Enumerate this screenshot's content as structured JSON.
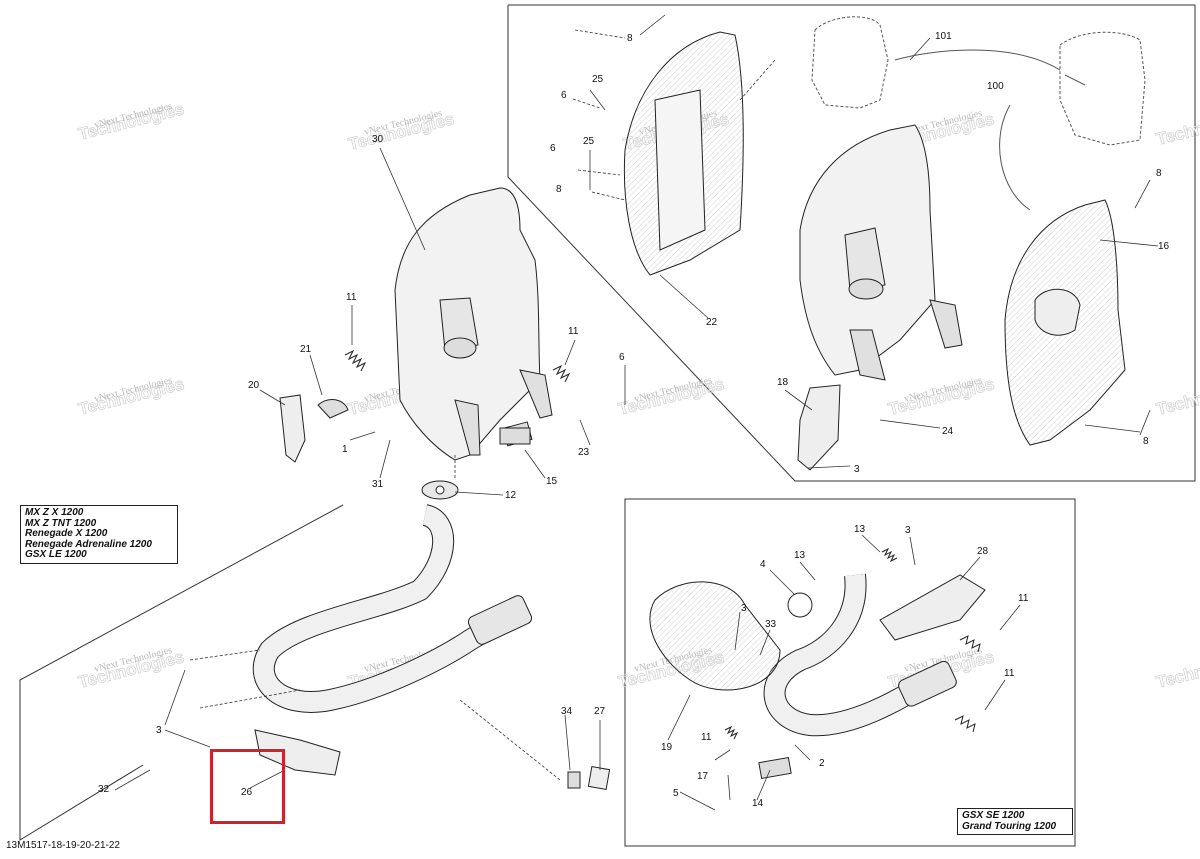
{
  "diagram_code": "13M1517-18-19-20-21-22",
  "watermark_text": "vNext Technologies",
  "models_left": [
    "MX Z X 1200",
    "MX Z TNT 1200",
    "Renegade X 1200",
    "Renegade Adrenaline 1200",
    "GSX LE 1200"
  ],
  "models_right": [
    "GSX SE 1200",
    "Grand Touring 1200"
  ],
  "highlight_color": "#d4202a",
  "highlighted_part": "26",
  "parts": [
    {
      "key": "p8a",
      "num": "8"
    },
    {
      "key": "p101",
      "num": "101"
    },
    {
      "key": "p100",
      "num": "100"
    },
    {
      "key": "p25a",
      "num": "25"
    },
    {
      "key": "p6a",
      "num": "6"
    },
    {
      "key": "p25b",
      "num": "25"
    },
    {
      "key": "p6b",
      "num": "6"
    },
    {
      "key": "p8b",
      "num": "8"
    },
    {
      "key": "p30",
      "num": "30"
    },
    {
      "key": "p8c",
      "num": "8"
    },
    {
      "key": "p16",
      "num": "16"
    },
    {
      "key": "p22",
      "num": "22"
    },
    {
      "key": "p11a",
      "num": "11"
    },
    {
      "key": "p21",
      "num": "21"
    },
    {
      "key": "p11b",
      "num": "11"
    },
    {
      "key": "p6c",
      "num": "6"
    },
    {
      "key": "p20",
      "num": "20"
    },
    {
      "key": "p18",
      "num": "18"
    },
    {
      "key": "p1",
      "num": "1"
    },
    {
      "key": "p23",
      "num": "23"
    },
    {
      "key": "p24",
      "num": "24"
    },
    {
      "key": "p8d",
      "num": "8"
    },
    {
      "key": "p31",
      "num": "31"
    },
    {
      "key": "p15",
      "num": "15"
    },
    {
      "key": "p3a",
      "num": "3"
    },
    {
      "key": "p12",
      "num": "12"
    },
    {
      "key": "p13a",
      "num": "13"
    },
    {
      "key": "p3b",
      "num": "3"
    },
    {
      "key": "p28",
      "num": "28"
    },
    {
      "key": "p4",
      "num": "4"
    },
    {
      "key": "p13b",
      "num": "13"
    },
    {
      "key": "p3c",
      "num": "3"
    },
    {
      "key": "p33",
      "num": "33"
    },
    {
      "key": "p11c",
      "num": "11"
    },
    {
      "key": "p11d",
      "num": "11"
    },
    {
      "key": "p34",
      "num": "34"
    },
    {
      "key": "p27",
      "num": "27"
    },
    {
      "key": "p3d",
      "num": "3"
    },
    {
      "key": "p19",
      "num": "19"
    },
    {
      "key": "p11e",
      "num": "11"
    },
    {
      "key": "p2",
      "num": "2"
    },
    {
      "key": "p32",
      "num": "32"
    },
    {
      "key": "p26",
      "num": "26"
    },
    {
      "key": "p17",
      "num": "17"
    },
    {
      "key": "p5",
      "num": "5"
    },
    {
      "key": "p14",
      "num": "14"
    }
  ]
}
